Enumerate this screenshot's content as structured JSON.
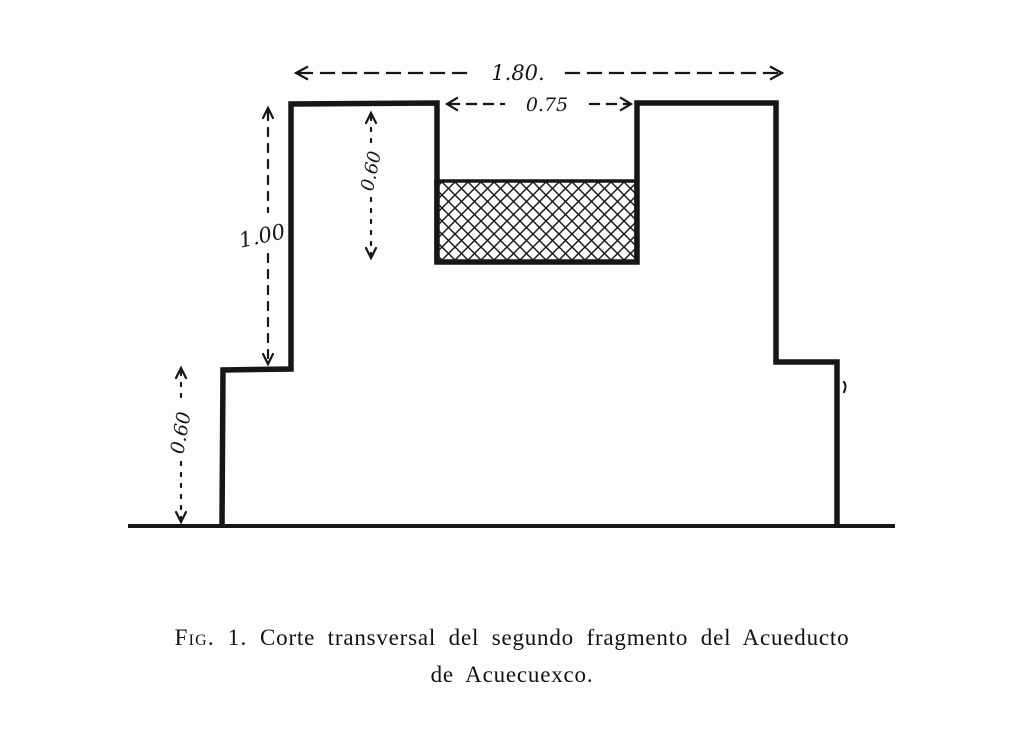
{
  "figure": {
    "dimension_labels": {
      "top_width": "1.80.",
      "channel_width": "0.75",
      "channel_depth": "0.60",
      "wall_height": "1.00",
      "base_height": "0.60"
    },
    "caption": {
      "fig_label": "Fig. 1.",
      "line1": "Corte transversal del segundo fragmento del Acueducto",
      "line2": "de Acuecuexco."
    },
    "colors": {
      "ink": "#161616",
      "paper": "#fdfdfb"
    }
  }
}
